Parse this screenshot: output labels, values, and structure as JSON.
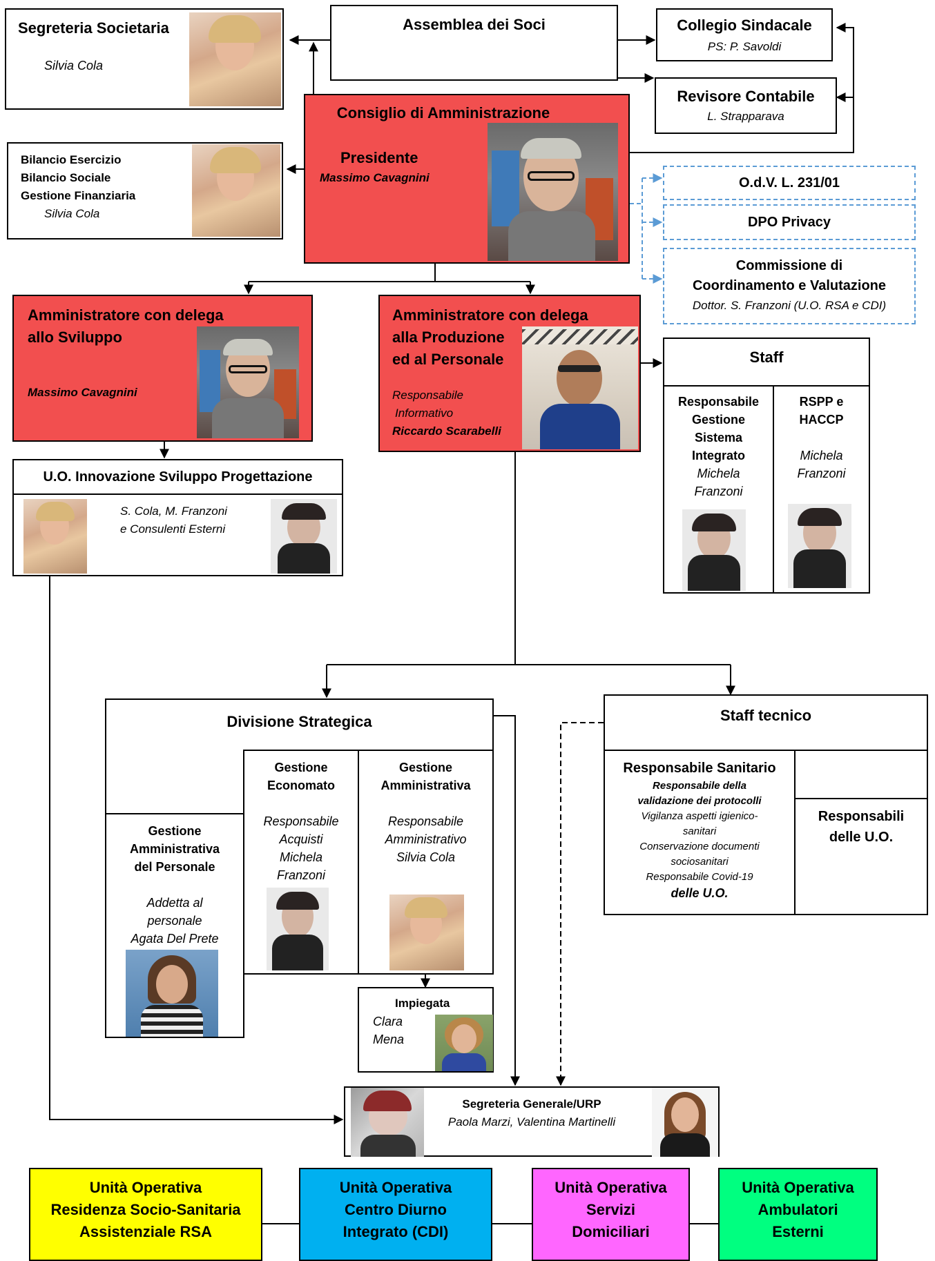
{
  "segreteria_societaria": {
    "title": "Segreteria Societaria",
    "name": "Silvia Cola"
  },
  "assemblea": {
    "title": "Assemblea dei Soci"
  },
  "collegio": {
    "title": "Collegio Sindacale",
    "sub": "PS: P. Savoldi"
  },
  "revisore": {
    "title": "Revisore Contabile",
    "sub": "L. Strapparava"
  },
  "consiglio": {
    "title": "Consiglio di Amministrazione",
    "role": "Presidente",
    "name": "Massimo Cavagnini"
  },
  "bilancio": {
    "line1": "Bilancio Esercizio",
    "line2": "Bilancio Sociale",
    "line3": "Gestione  Finanziaria",
    "name": "Silvia Cola"
  },
  "odv": {
    "title": "O.d.V. L. 231/01"
  },
  "dpo": {
    "title": "DPO Privacy"
  },
  "commissione": {
    "line1": "Commissione di",
    "line2": "Coordinamento e Valutazione",
    "sub": "Dottor. S. Franzoni (U.O. RSA  e CDI)"
  },
  "sviluppo": {
    "line1": "Amministratore con delega",
    "line2": "allo Sviluppo",
    "name": "Massimo Cavagnini"
  },
  "produzione": {
    "line1": "Amministratore con delega",
    "line2": "alla Produzione",
    "line3": "ed al Personale",
    "role1": "Responsabile",
    "role2": "Informativo",
    "name": "Riccardo Scarabelli"
  },
  "staff": {
    "title": "Staff",
    "col1": {
      "l1": "Responsabile",
      "l2": "Gestione",
      "l3": "Sistema",
      "l4": "Integrato",
      "n1": "Michela",
      "n2": "Franzoni"
    },
    "col2": {
      "l1": "RSPP e",
      "l2": "HACCP",
      "n1": "Michela",
      "n2": "Franzoni"
    }
  },
  "innovazione": {
    "title": "U.O. Innovazione Sviluppo Progettazione",
    "line1": "S. Cola, M. Franzoni",
    "line2": "e Consulenti Esterni"
  },
  "divisione": {
    "title": "Divisione Strategica"
  },
  "economato": {
    "l1": "Gestione",
    "l2": "Economato",
    "r1": "Responsabile",
    "r2": "Acquisti",
    "n1": "Michela",
    "n2": "Franzoni"
  },
  "amministrativa": {
    "l1": "Gestione",
    "l2": "Amministrativa",
    "r1": "Responsabile",
    "r2": "Amministrativo",
    "n1": "Silvia Cola"
  },
  "personale": {
    "l1": "Gestione",
    "l2": "Amministrativa",
    "l3": "del Personale",
    "r1": "Addetta al",
    "r2": "personale",
    "n1": "Agata Del Prete"
  },
  "impiegata": {
    "title": "Impiegata",
    "n1": "Clara",
    "n2": "Mena"
  },
  "staff_tecnico": {
    "title": "Staff tecnico",
    "sanitario": {
      "title": "Responsabile Sanitario",
      "b1": "Responsabile della",
      "b2": "validazione dei protocolli",
      "i1": "Vigilanza aspetti igienico-",
      "i2": "sanitari",
      "i3": "Conservazione documenti",
      "i4": "sociosanitari",
      "i5": "Responsabile Covid-19",
      "i6": "delle U.O."
    },
    "responsabili": {
      "l1": "Responsabili",
      "l2": "delle U.O."
    }
  },
  "segreteria_generale": {
    "title": "Segreteria Generale/URP",
    "names": "Paola Marzi, Valentina Martinelli"
  },
  "unita": [
    {
      "l1": "Unità Operativa",
      "l2": "Residenza Socio-Sanitaria",
      "l3": "Assistenziale RSA",
      "color": "#ffff00"
    },
    {
      "l1": "Unità Operativa",
      "l2": "Centro Diurno",
      "l3": "Integrato (CDI)",
      "color": "#00b0f0"
    },
    {
      "l1": "Unità Operativa",
      "l2": "Servizi",
      "l3": "Domiciliari",
      "color": "#ff66ff"
    },
    {
      "l1": "Unità Operativa",
      "l2": "Ambulatori",
      "l3": "Esterni",
      "color": "#00ff80"
    }
  ],
  "colors": {
    "board": "#f24f4f",
    "dashed": "#5b9bd5"
  }
}
